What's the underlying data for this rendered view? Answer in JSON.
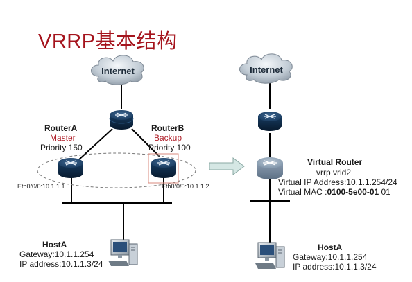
{
  "title": "VRRP基本结构",
  "left": {
    "internet_label": "Internet",
    "router_a": {
      "name": "RouterA",
      "role": "Master",
      "priority": "Priority 150",
      "interface": "Eth0/0/0:10.1.1.1"
    },
    "router_b": {
      "name": "RouterB",
      "role": "Backup",
      "priority": "Priority 100",
      "interface": "Eth0/0/0:10.1.1.2"
    },
    "host": {
      "name": "HostA",
      "gateway": "Gateway:10.1.1.254",
      "ip": "IP address:10.1.1.3/24"
    }
  },
  "right": {
    "internet_label": "Internet",
    "virtual_router": {
      "name": "Virtual Router",
      "vrid": "vrrp vrid2",
      "vip": "Virtual IP Address:10.1.1.254/24",
      "vmac_prefix": "Virtual MAC :",
      "vmac_bold": "0100-5e00-01",
      "vmac_suffix": " 01"
    },
    "host": {
      "name": "HostA",
      "gateway": "Gateway:10.1.1.254",
      "ip": "IP address:10.1.1.3/24"
    }
  },
  "colors": {
    "title": "#a5141d",
    "role_text": "#b0202a",
    "router_body": "#0d2a4a",
    "virtual_router_body": "#6f8399",
    "arrow_fill": "#d5e7e4"
  }
}
